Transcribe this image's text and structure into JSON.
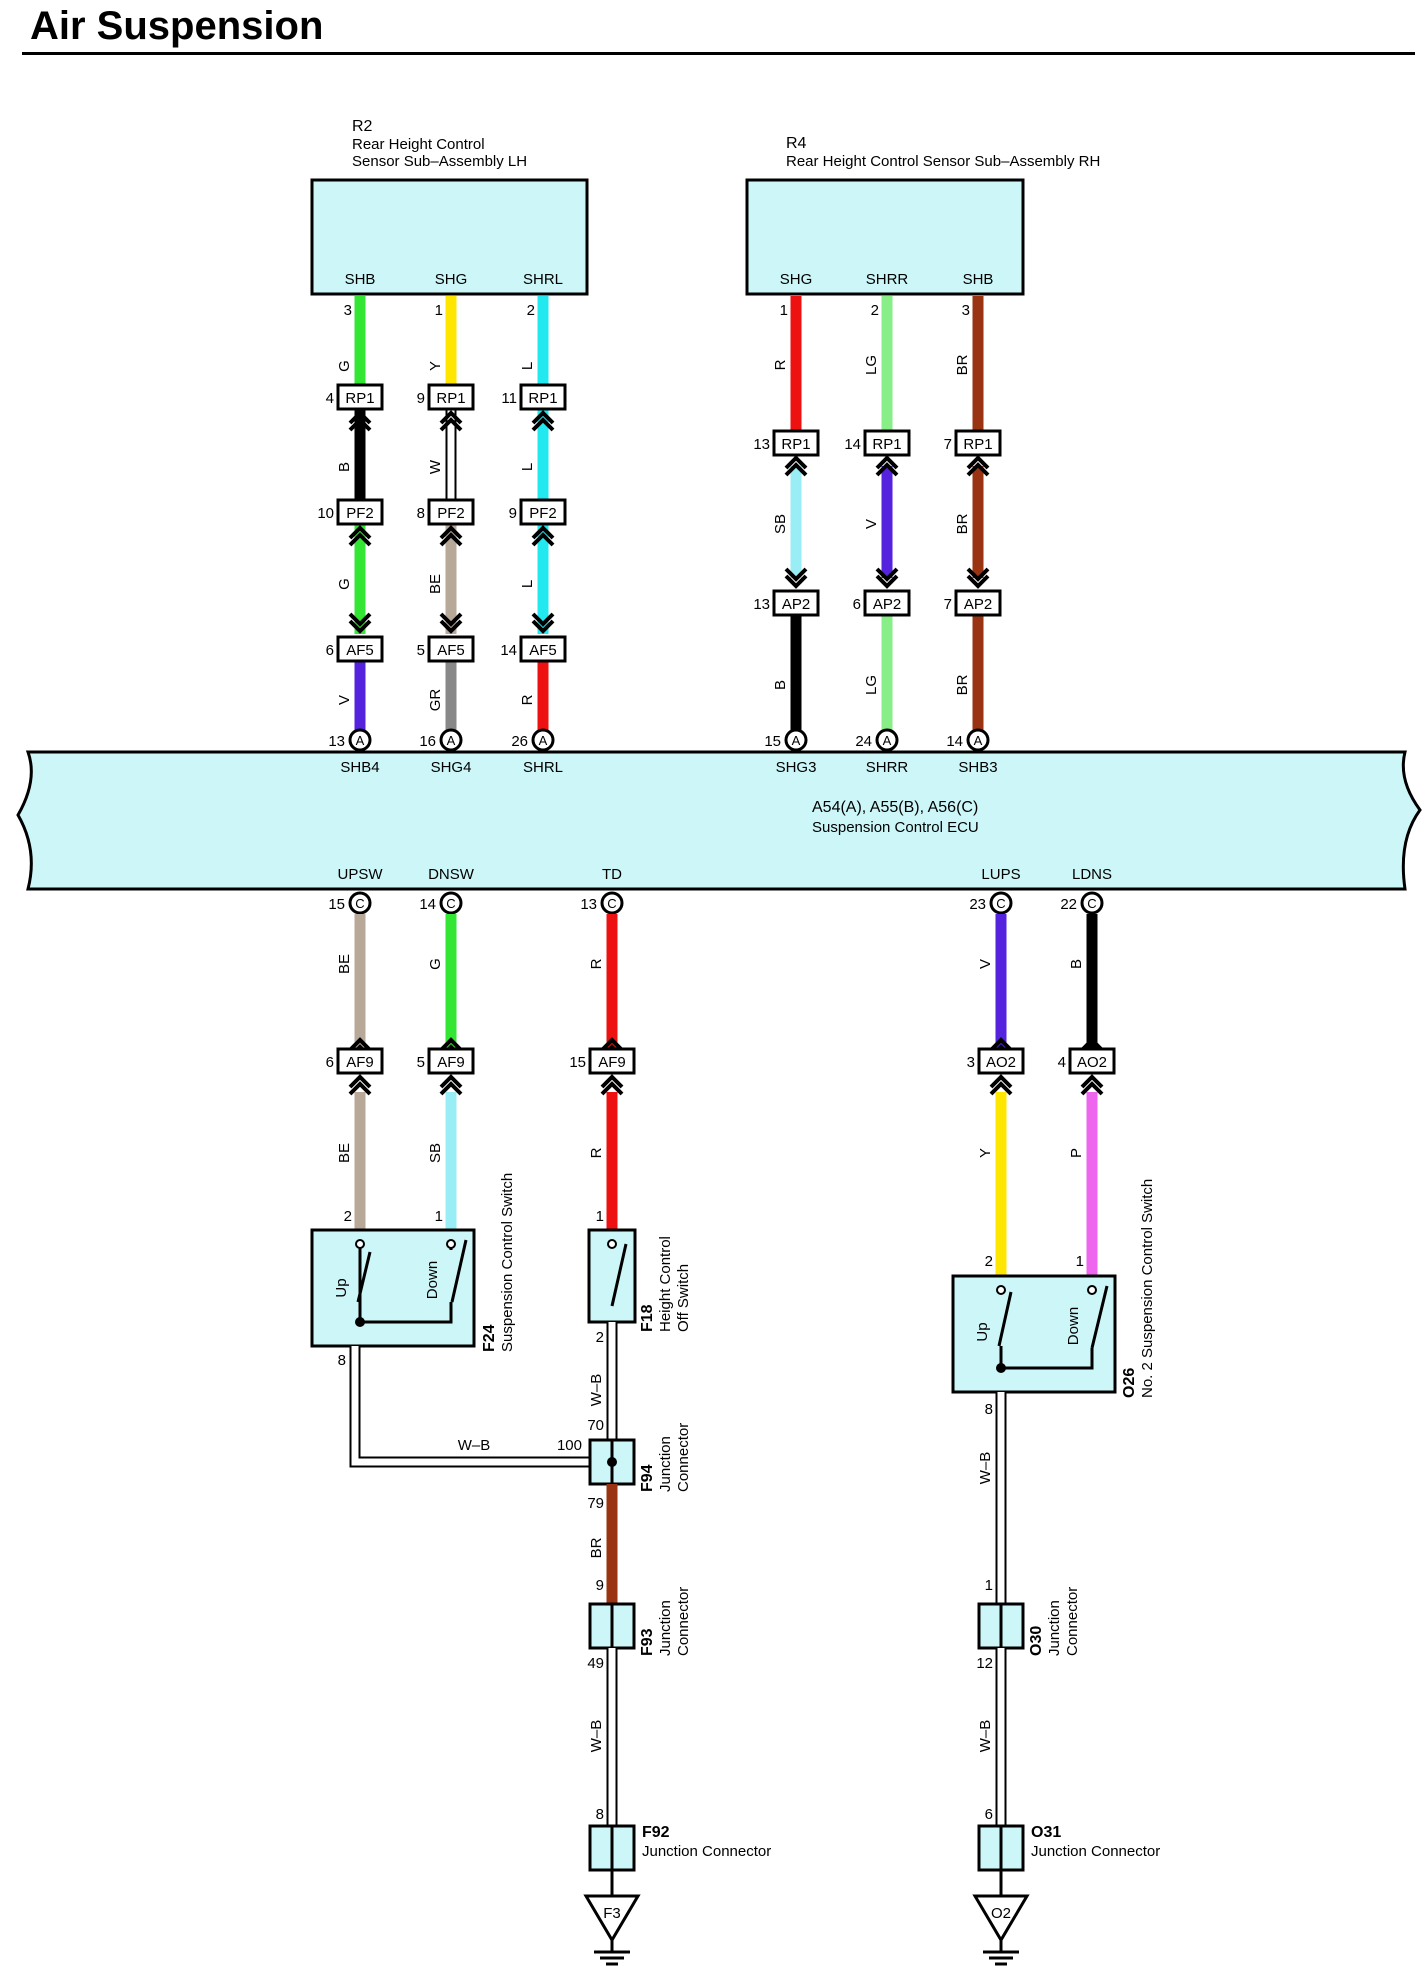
{
  "title": "Air Suspension",
  "colors": {
    "box_fill": "#ccf6f8",
    "G": "#33e633",
    "Y": "#ffe600",
    "L": "#22e8ef",
    "B": "#000000",
    "W": "#ffffff",
    "BE": "#b8a898",
    "V": "#5522dd",
    "GR": "#888888",
    "R": "#ee1111",
    "LG": "#88ee88",
    "BR": "#993311",
    "SB": "#99eef5",
    "P": "#ee66ee",
    "W-B": "#ffffff"
  },
  "components": {
    "r2": {
      "id": "R2",
      "name_lines": [
        "Rear Height Control",
        "Sensor Sub–Assembly LH"
      ]
    },
    "r4": {
      "id": "R4",
      "name": "Rear Height Control Sensor Sub–Assembly RH"
    },
    "ecu": {
      "id": "A54(A), A55(B), A56(C)",
      "name": "Suspension Control ECU"
    },
    "f24": {
      "id": "F24",
      "name": "Suspension Control Switch",
      "up": "Up",
      "down": "Down"
    },
    "f18": {
      "id": "F18",
      "name_lines": [
        "Height Control",
        "Off Switch"
      ]
    },
    "f94": {
      "id": "F94",
      "name_lines": [
        "Junction",
        "Connector"
      ]
    },
    "f93": {
      "id": "F93",
      "name_lines": [
        "Junction",
        "Connector"
      ]
    },
    "f92": {
      "id": "F92",
      "name": "Junction Connector"
    },
    "o26": {
      "id": "O26",
      "name": "No. 2 Suspension Control Switch",
      "up": "Up",
      "down": "Down"
    },
    "o30": {
      "id": "O30",
      "name_lines": [
        "Junction",
        "Connector"
      ]
    },
    "o31": {
      "id": "O31",
      "name": "Junction Connector"
    },
    "ground_f3": "F3",
    "ground_o2": "O2"
  },
  "top_circuits": [
    {
      "sensor_pin": "SHB",
      "sensor_num": "3",
      "rp1": "4",
      "pf2": "10",
      "af5": "6",
      "ecu_num": "13",
      "ecu_conn": "A",
      "ecu_pin": "SHB4",
      "wires": [
        "G",
        "B",
        "G",
        "V"
      ]
    },
    {
      "sensor_pin": "SHG",
      "sensor_num": "1",
      "rp1": "9",
      "pf2": "8",
      "af5": "5",
      "ecu_num": "16",
      "ecu_conn": "A",
      "ecu_pin": "SHG4",
      "wires": [
        "Y",
        "W",
        "BE",
        "GR"
      ]
    },
    {
      "sensor_pin": "SHRL",
      "sensor_num": "2",
      "rp1": "11",
      "pf2": "9",
      "af5": "14",
      "ecu_num": "26",
      "ecu_conn": "A",
      "ecu_pin": "SHRL",
      "wires": [
        "L",
        "L",
        "L",
        "R"
      ]
    },
    {
      "sensor_pin": "SHG",
      "sensor_num": "1",
      "rp1": "13",
      "ap2": "13",
      "ecu_num": "15",
      "ecu_conn": "A",
      "ecu_pin": "SHG3",
      "wires": [
        "R",
        "SB",
        "B"
      ]
    },
    {
      "sensor_pin": "SHRR",
      "sensor_num": "2",
      "rp1": "14",
      "ap2": "6",
      "ecu_num": "24",
      "ecu_conn": "A",
      "ecu_pin": "SHRR",
      "wires": [
        "LG",
        "V",
        "LG"
      ]
    },
    {
      "sensor_pin": "SHB",
      "sensor_num": "3",
      "rp1": "7",
      "ap2": "7",
      "ecu_num": "14",
      "ecu_conn": "A",
      "ecu_pin": "SHB3",
      "wires": [
        "BR",
        "BR",
        "BR"
      ]
    }
  ],
  "connector_labels": {
    "rp1": "RP1",
    "pf2": "PF2",
    "af5": "AF5",
    "ap2": "AP2",
    "af9": "AF9",
    "ao2": "AO2"
  },
  "bottom_circuits": [
    {
      "ecu_pin": "UPSW",
      "ecu_num": "15",
      "ecu_conn": "C",
      "inline_num": "6",
      "inline": "AF9",
      "switch_num": "2",
      "wires": [
        "BE",
        "BE"
      ]
    },
    {
      "ecu_pin": "DNSW",
      "ecu_num": "14",
      "ecu_conn": "C",
      "inline_num": "5",
      "inline": "AF9",
      "switch_num": "1",
      "wires": [
        "G",
        "SB"
      ]
    },
    {
      "ecu_pin": "TD",
      "ecu_num": "13",
      "ecu_conn": "C",
      "inline_num": "15",
      "inline": "AF9",
      "switch_num": "1",
      "wires": [
        "R",
        "R"
      ]
    },
    {
      "ecu_pin": "LUPS",
      "ecu_num": "23",
      "ecu_conn": "C",
      "inline_num": "3",
      "inline": "AO2",
      "switch_num": "2",
      "wires": [
        "V",
        "Y"
      ]
    },
    {
      "ecu_pin": "LDNS",
      "ecu_num": "22",
      "ecu_conn": "C",
      "inline_num": "4",
      "inline": "AO2",
      "switch_num": "1",
      "wires": [
        "B",
        "P"
      ]
    }
  ],
  "ground_paths": {
    "f24_out_num": "8",
    "f24_link_wire": "W–B",
    "f94_in_num": "100",
    "f18_out_num": "2",
    "f18_out_wire": "W–B",
    "f94_top_num": "70",
    "f94_bottom_num": "79",
    "f94_f93_wire": "BR",
    "f93_top_num": "9",
    "f93_bottom_num": "49",
    "f93_f92_wire": "W–B",
    "f92_top_num": "8",
    "o26_out_num": "8",
    "o26_o30_wire": "W–B",
    "o30_top_num": "1",
    "o30_bottom_num": "12",
    "o30_o31_wire": "W–B",
    "o31_top_num": "6"
  }
}
